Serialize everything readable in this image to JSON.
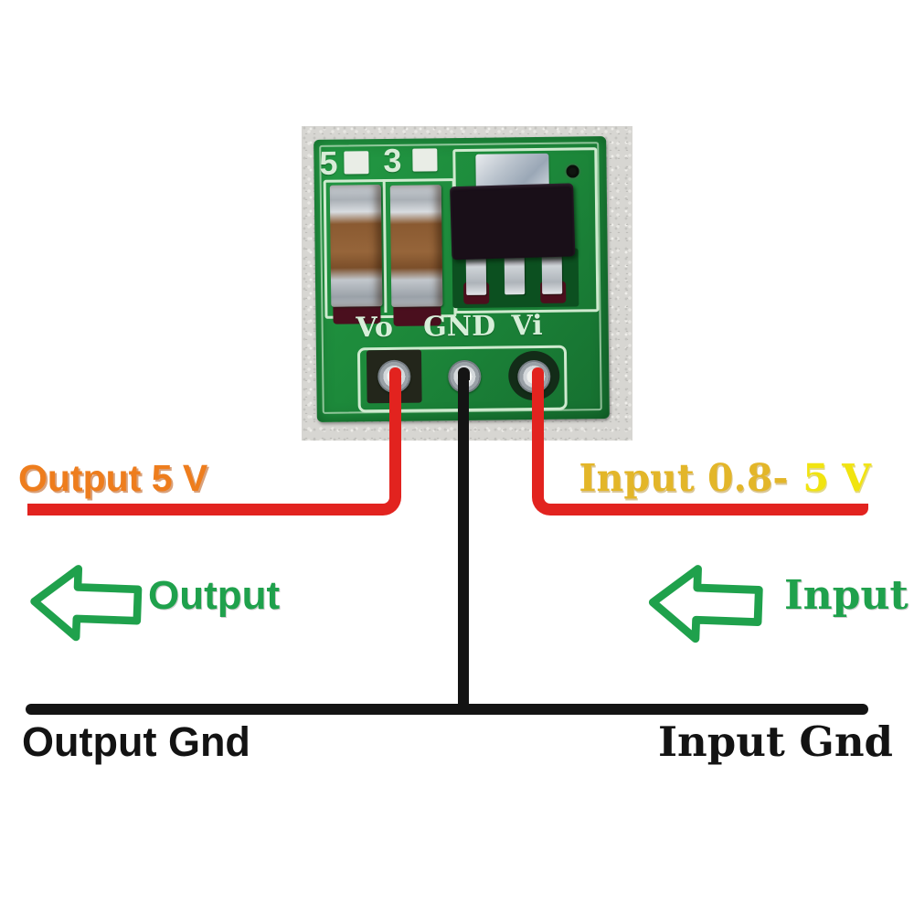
{
  "annotations": {
    "output_voltage": "Output 5 V",
    "input_range_part1": "Input 0.8-",
    "input_range_part2": "5 V",
    "output_arrow_label": "Output",
    "input_arrow_label": "Input",
    "output_gnd": "Output Gnd",
    "input_gnd": "Input Gnd"
  },
  "pcb": {
    "silkscreen": {
      "jumper_5": "5",
      "jumper_3": "3",
      "pin_vo": "Vo",
      "pin_gnd": "GND",
      "pin_vi": "Vi"
    }
  },
  "colors": {
    "wire_red": "#e2231f",
    "wire_black": "#141414",
    "arrow_green": "#1fa14c",
    "output_orange": "#ee7d1d",
    "input_gold": "#e3b629",
    "input_yellow": "#f1e410",
    "pcb_green": "#1d8a3b",
    "silkscreen_pale": "#cfeacf",
    "photo_background": "#d7d6d2"
  }
}
